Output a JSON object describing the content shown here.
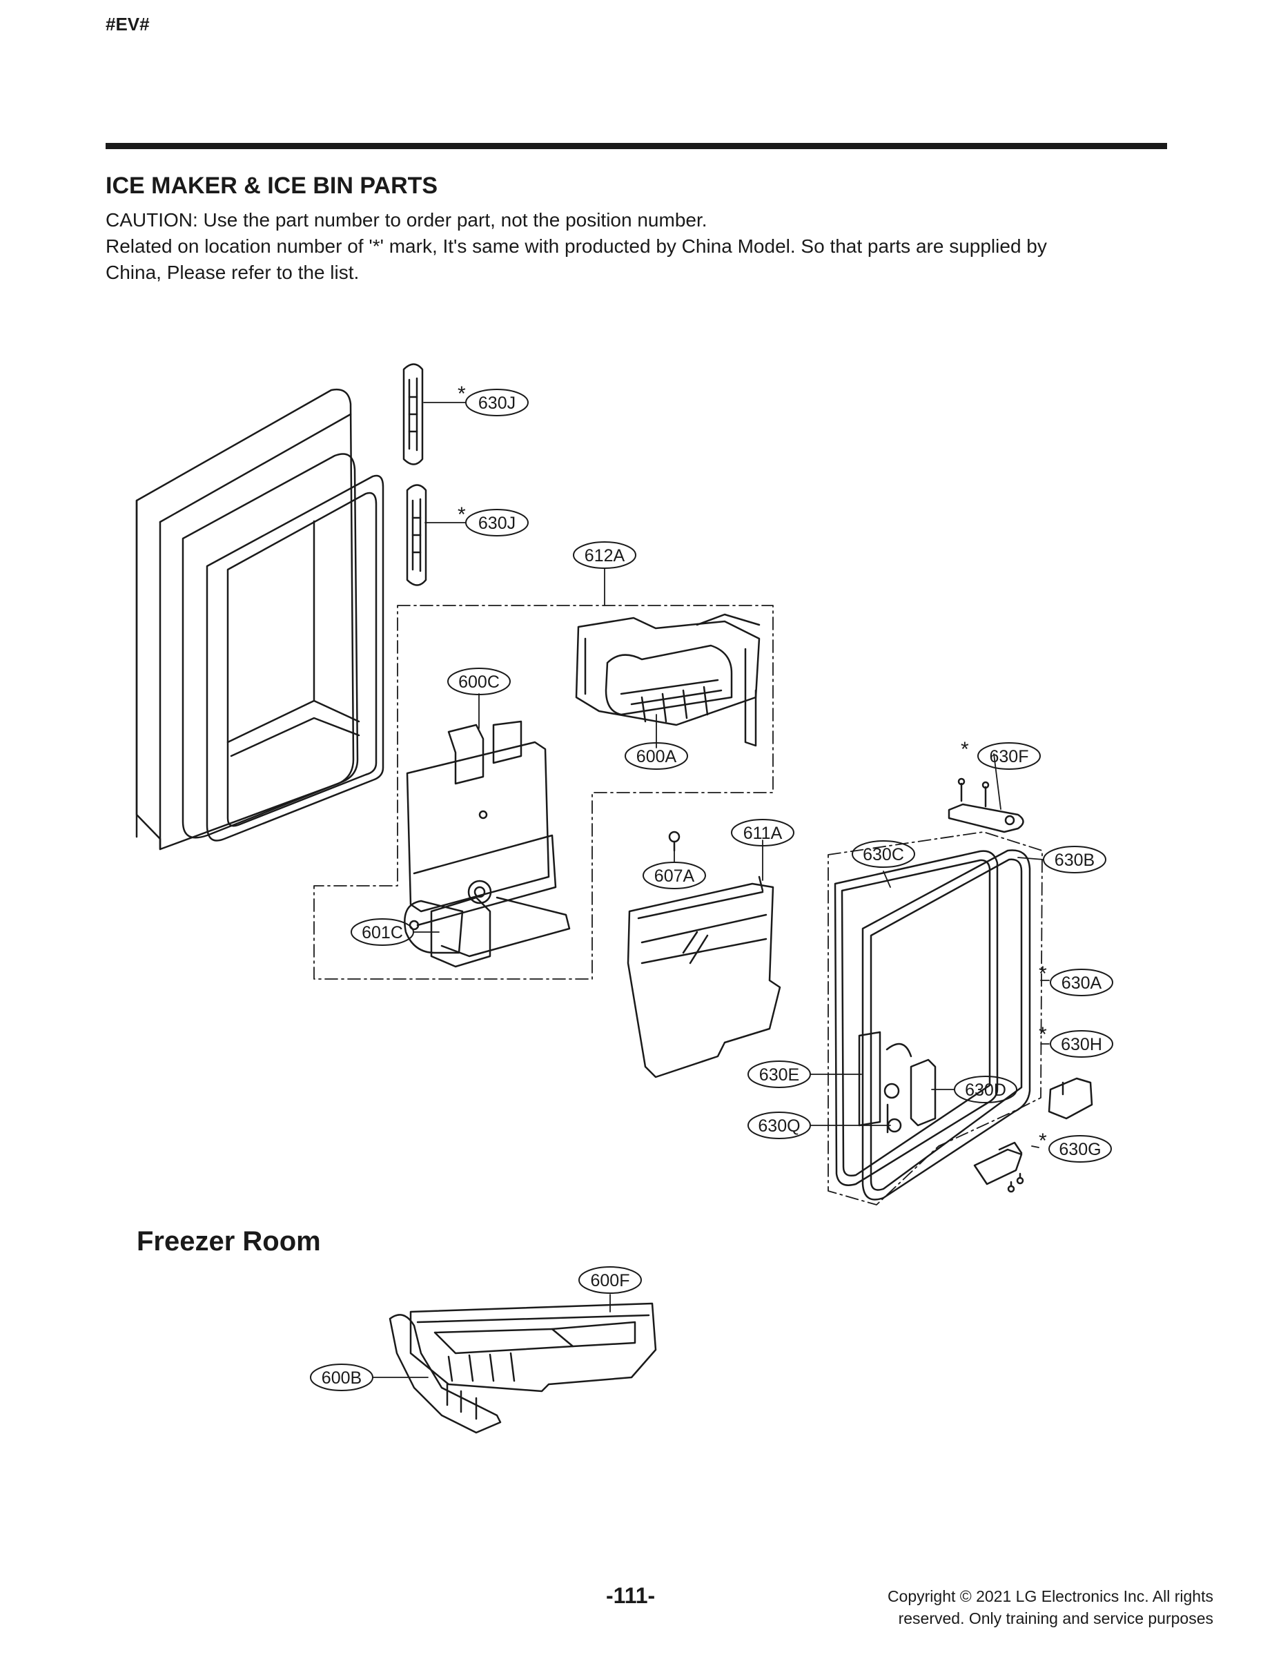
{
  "header": {
    "tag": "#EV#"
  },
  "section": {
    "title": "ICE MAKER & ICE BIN PARTS",
    "caution_lines": [
      "CAUTION: Use the part number to order part, not the position number.",
      "Related on location number of '*' mark, It's same with producted by China Model. So that parts are supplied by",
      "China, Please refer to the list."
    ]
  },
  "diagram": {
    "asterisk": "*",
    "callouts": {
      "c630J_top": "630J",
      "c630J_mid": "630J",
      "c612A": "612A",
      "c600C": "600C",
      "c600A": "600A",
      "c630F": "630F",
      "c611A": "611A",
      "c630C": "630C",
      "c630B": "630B",
      "c607A": "607A",
      "c601C": "601C",
      "c630A": "630A",
      "c630H": "630H",
      "c630E": "630E",
      "c630D": "630D",
      "c630Q": "630Q",
      "c630G": "630G",
      "c600F": "600F",
      "c600B": "600B"
    }
  },
  "freezer": {
    "title": "Freezer Room"
  },
  "footer": {
    "page_number": "-111-",
    "copyright_line1": "Copyright © 2021 LG Electronics Inc. All rights",
    "copyright_line2": "reserved. Only training and service purposes"
  }
}
